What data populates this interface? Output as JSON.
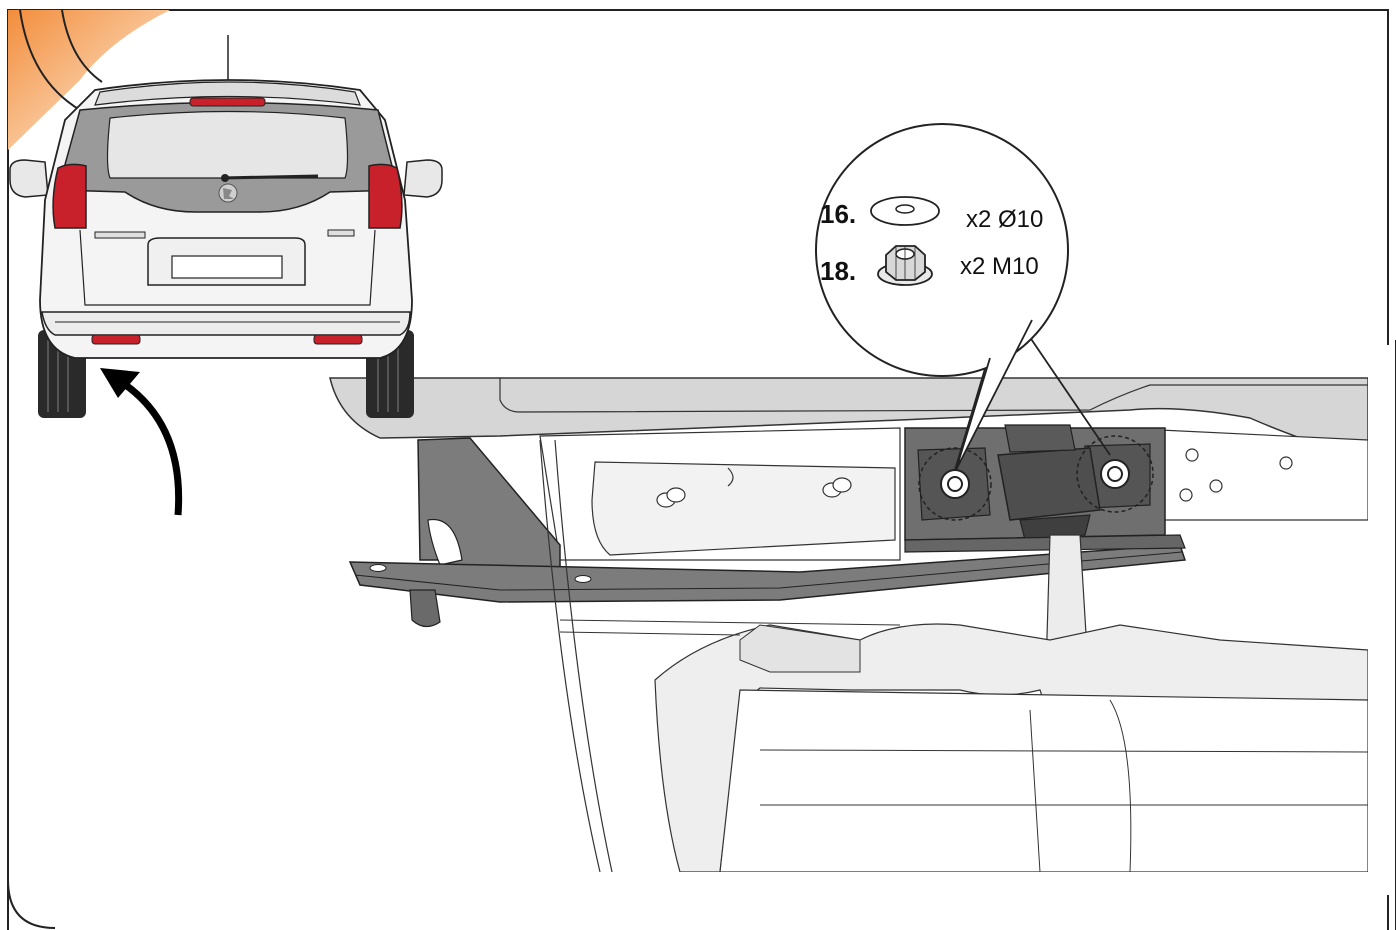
{
  "parts": [
    {
      "number": "16.",
      "quantity": "x2 Ø10",
      "icon": "washer-icon"
    },
    {
      "number": "18.",
      "quantity": "x2 M10",
      "icon": "flange-nut-icon"
    }
  ],
  "colors": {
    "frame": "#222222",
    "corner_accent": "#f5a25a",
    "body_gray": "#8a8a8a",
    "bracket_gray": "#7a7a7a",
    "light_gray": "#d9d9d9",
    "tail_light_red": "#c8212b",
    "window_gray": "#8c8c8c"
  }
}
